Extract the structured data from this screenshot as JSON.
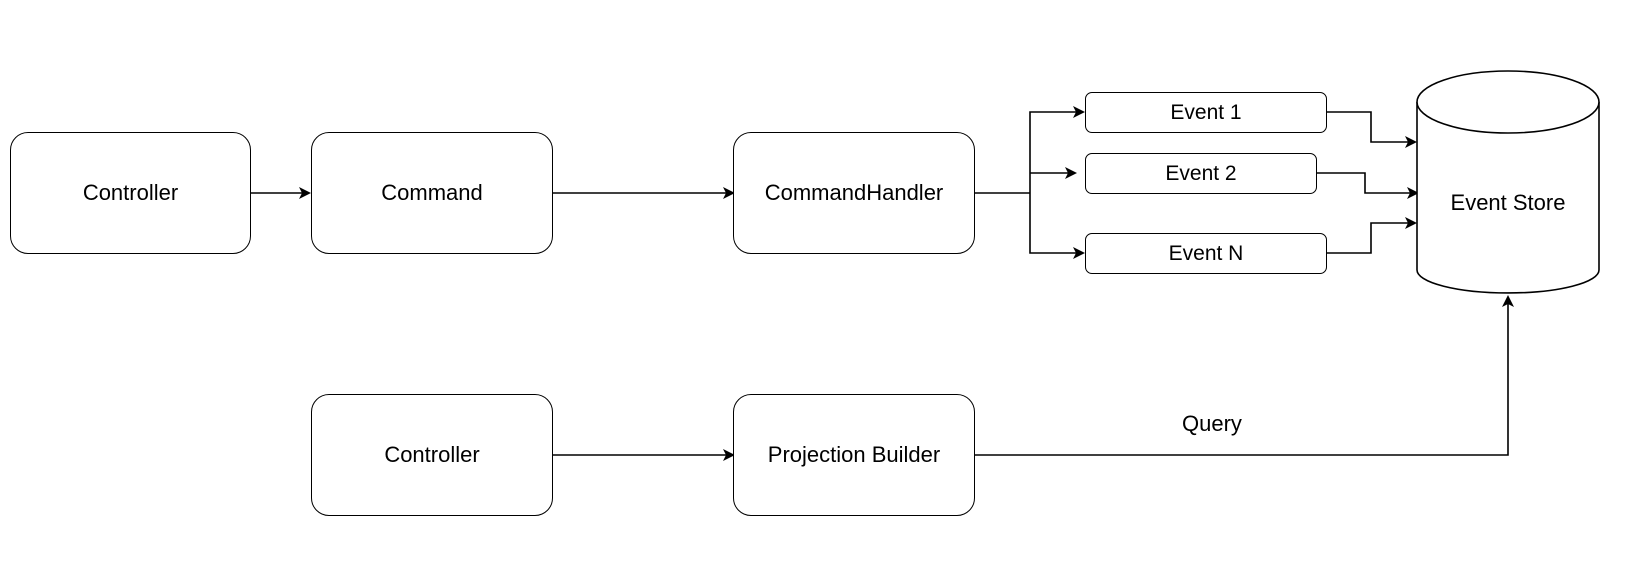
{
  "nodes": {
    "controller_top": "Controller",
    "command": "Command",
    "command_handler": "CommandHandler",
    "event_1": "Event 1",
    "event_2": "Event 2",
    "event_n": "Event N",
    "event_store": "Event Store",
    "controller_bottom": "Controller",
    "projection_builder": "Projection Builder"
  },
  "edges": {
    "query_label": "Query"
  }
}
